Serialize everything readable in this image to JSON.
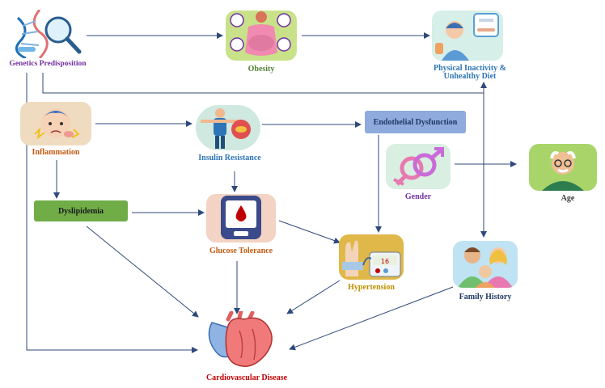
{
  "nodes": {
    "genetics": {
      "label": "Genetics Predisposition",
      "icon": "dna-magnifier-icon",
      "color": "#7030a0"
    },
    "obesity": {
      "label": "Obesity",
      "icon": "obese-person-icon",
      "color": "#548235"
    },
    "inactivity": {
      "label_line1": "Physical Inactivity &",
      "label_line2": "Unhealthy Diet",
      "icon": "sedentary-person-icon",
      "color": "#2e75b6"
    },
    "inflammation": {
      "label": "Inflammation",
      "icon": "inflamed-child-icon",
      "color": "#c55a11"
    },
    "insulin": {
      "label": "Insulin Resistance",
      "icon": "insulin-person-icon",
      "color": "#2e75b6"
    },
    "endothelial": {
      "label": "Endothelial Dysfunction",
      "color": "#1f3864",
      "fill": "#8faadc"
    },
    "gender": {
      "label": "Gender",
      "icon": "gender-symbol-icon",
      "color": "#7030a0"
    },
    "age": {
      "label": "Age",
      "icon": "elderly-man-icon",
      "color": "#3a3a3a"
    },
    "dyslipidemia": {
      "label": "Dyslipidemia",
      "color": "#1a1a1a",
      "fill": "#70ad47"
    },
    "glucose": {
      "label": "Glucose Tolerance",
      "icon": "glucometer-icon",
      "color": "#c55a11"
    },
    "hypertension": {
      "label": "Hypertension",
      "icon": "blood-pressure-monitor-icon",
      "color": "#bf8f00"
    },
    "family": {
      "label": "Family History",
      "icon": "family-icon",
      "color": "#1f3864"
    },
    "cvd": {
      "label": "Cardiovascular Disease",
      "icon": "heart-icon",
      "color": "#c00000"
    }
  },
  "arrow_color": "#2f4a7a"
}
